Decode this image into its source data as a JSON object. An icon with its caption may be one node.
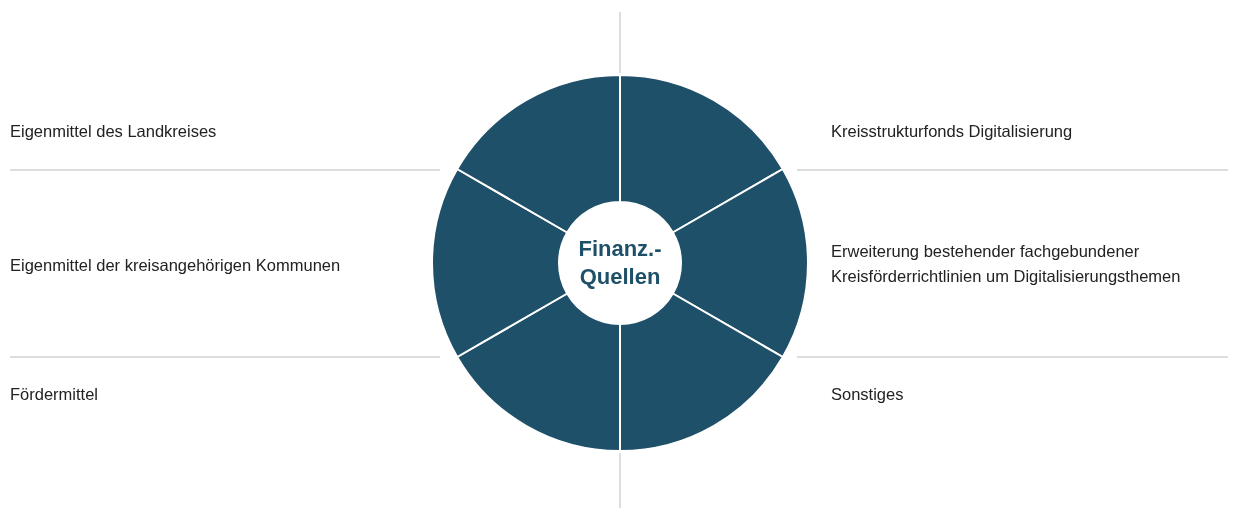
{
  "diagram": {
    "nodes": [
      {
        "text": [
          "Finanz.- Quellen"
        ]
      }
    ],
    "labels": [
      "Eigenmittel des Landkreises",
      "Kreisstrukturfonds Digitalisierung",
      "Eigenmittel der kreisangehörigen Kommunen",
      "Erweiterung bestehender fachgebundener Kreisförderrichtlinien um Digitalisierungsthemen",
      "Fördermittel",
      "Sonstiges"
    ]
  }
}
